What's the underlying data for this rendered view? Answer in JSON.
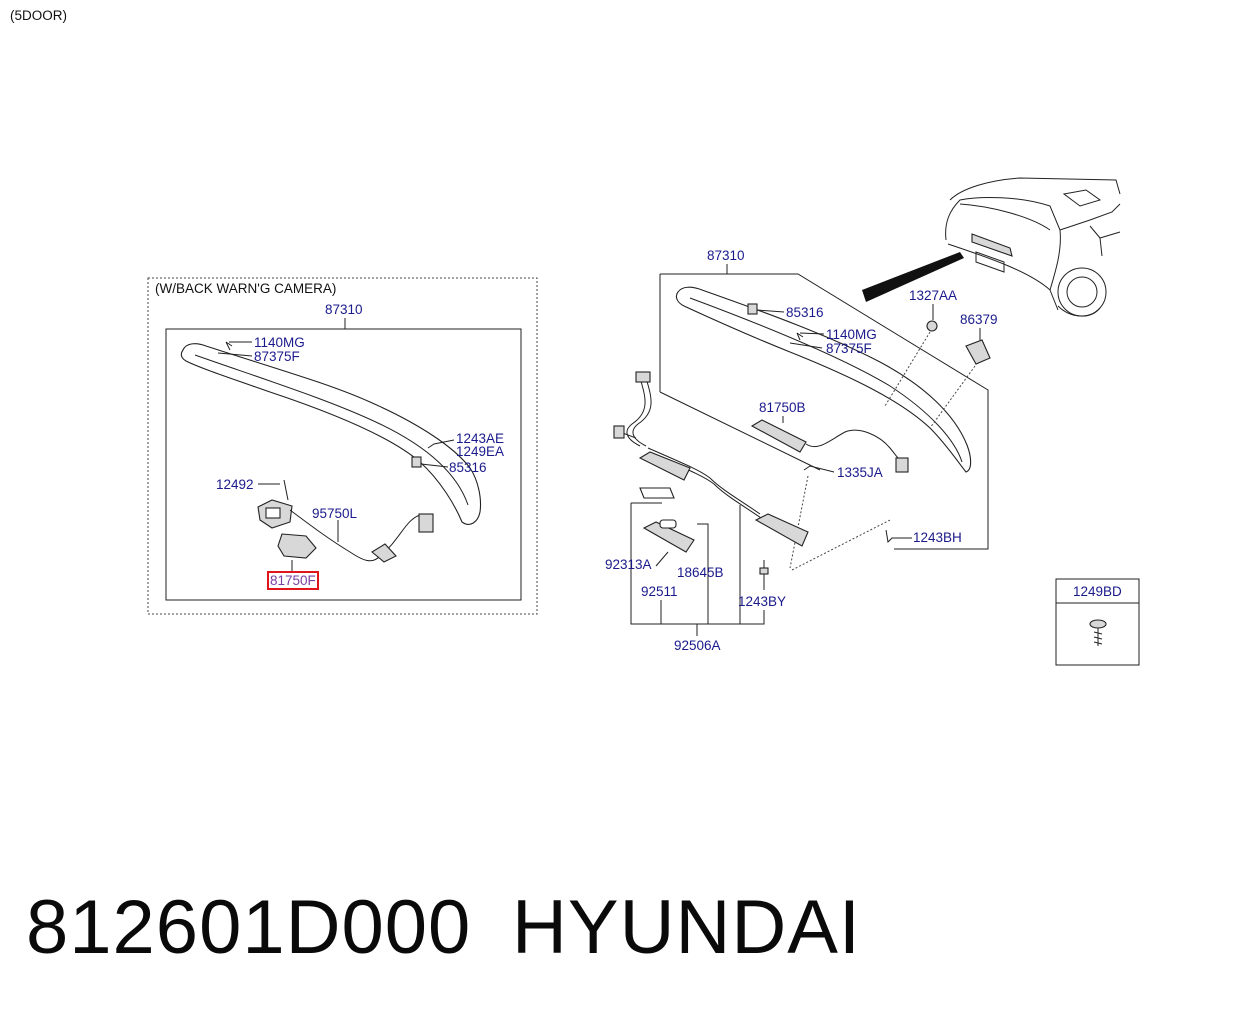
{
  "diagram": {
    "variant_label": "(5DOOR)",
    "left_panel": {
      "title": "(W/BACK WARN'G CAMERA)",
      "assembly": "87310",
      "labels": [
        "1140MG",
        "87375F",
        "1243AE",
        "1249EA",
        "85316",
        "12492",
        "95750L",
        "81750F"
      ],
      "highlighted_part": "81750F"
    },
    "right_panel": {
      "assembly": "87310",
      "labels": [
        "85316",
        "1140MG",
        "87375F",
        "1327AA",
        "86379",
        "81750B",
        "1335JA",
        "1243BH",
        "92313A",
        "18645B",
        "92511",
        "1243BY",
        "92506A"
      ]
    },
    "inset_box": {
      "label": "1249BD"
    }
  },
  "footer": {
    "part_number": "812601D000",
    "brand": "HYUNDAI"
  }
}
